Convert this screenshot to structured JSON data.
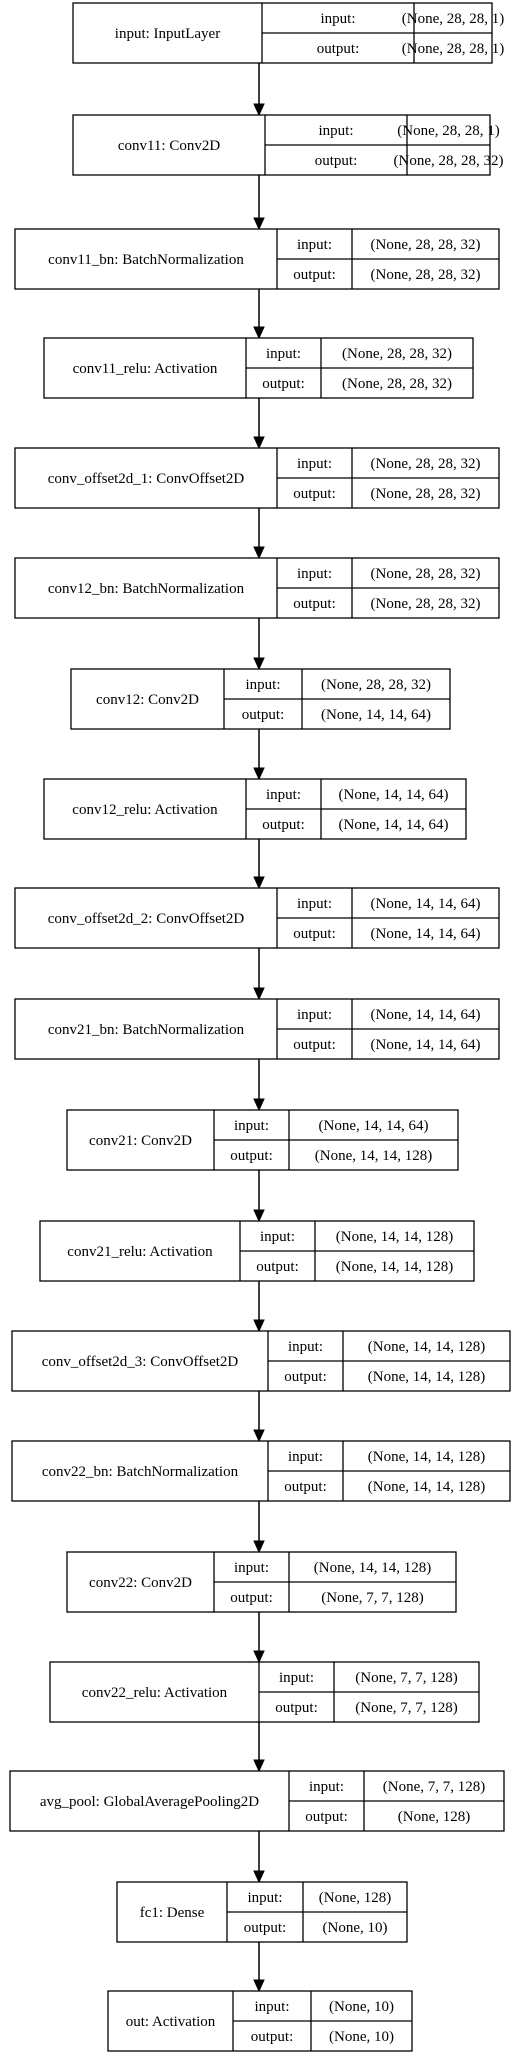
{
  "labels": {
    "input": "input:",
    "output": "output:"
  },
  "nodes": [
    {
      "name": "input: InputLayer",
      "input": "(None, 28, 28, 1)",
      "output": "(None, 28, 28, 1)"
    },
    {
      "name": "conv11: Conv2D",
      "input": "(None, 28, 28, 1)",
      "output": "(None, 28, 28, 32)"
    },
    {
      "name": "conv11_bn: BatchNormalization",
      "input": "(None, 28, 28, 32)",
      "output": "(None, 28, 28, 32)"
    },
    {
      "name": "conv11_relu: Activation",
      "input": "(None, 28, 28, 32)",
      "output": "(None, 28, 28, 32)"
    },
    {
      "name": "conv_offset2d_1: ConvOffset2D",
      "input": "(None, 28, 28, 32)",
      "output": "(None, 28, 28, 32)"
    },
    {
      "name": "conv12_bn: BatchNormalization",
      "input": "(None, 28, 28, 32)",
      "output": "(None, 28, 28, 32)"
    },
    {
      "name": "conv12: Conv2D",
      "input": "(None, 28, 28, 32)",
      "output": "(None, 14, 14, 64)"
    },
    {
      "name": "conv12_relu: Activation",
      "input": "(None, 14, 14, 64)",
      "output": "(None, 14, 14, 64)"
    },
    {
      "name": "conv_offset2d_2: ConvOffset2D",
      "input": "(None, 14, 14, 64)",
      "output": "(None, 14, 14, 64)"
    },
    {
      "name": "conv21_bn: BatchNormalization",
      "input": "(None, 14, 14, 64)",
      "output": "(None, 14, 14, 64)"
    },
    {
      "name": "conv21: Conv2D",
      "input": "(None, 14, 14, 64)",
      "output": "(None, 14, 14, 128)"
    },
    {
      "name": "conv21_relu: Activation",
      "input": "(None, 14, 14, 128)",
      "output": "(None, 14, 14, 128)"
    },
    {
      "name": "conv_offset2d_3: ConvOffset2D",
      "input": "(None, 14, 14, 128)",
      "output": "(None, 14, 14, 128)"
    },
    {
      "name": "conv22_bn: BatchNormalization",
      "input": "(None, 14, 14, 128)",
      "output": "(None, 14, 14, 128)"
    },
    {
      "name": "conv22: Conv2D",
      "input": "(None, 14, 14, 128)",
      "output": "(None, 7, 7, 128)"
    },
    {
      "name": "conv22_relu: Activation",
      "input": "(None, 7, 7, 128)",
      "output": "(None, 7, 7, 128)"
    },
    {
      "name": "avg_pool: GlobalAveragePooling2D",
      "input": "(None, 7, 7, 128)",
      "output": "(None, 128)"
    },
    {
      "name": "fc1: Dense",
      "input": "(None, 128)",
      "output": "(None, 10)"
    },
    {
      "name": "out: Activation",
      "input": "(None, 10)",
      "output": "(None, 10)"
    }
  ]
}
